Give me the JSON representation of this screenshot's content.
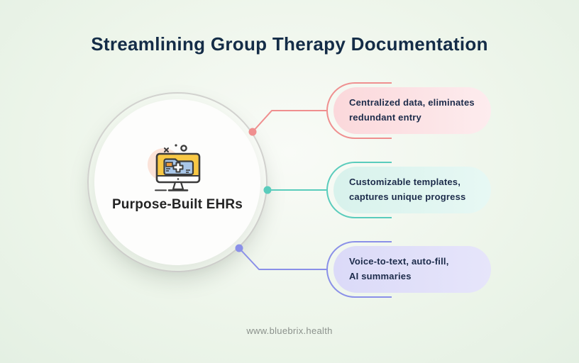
{
  "title": "Streamlining Group Therapy Documentation",
  "center": {
    "label": "Purpose-Built EHRs",
    "icon": "computer-monitor-with-medical-folder"
  },
  "callouts": [
    {
      "id": "centralized-data",
      "text": "Centralized data, eliminates\nredundant entry",
      "accent": "#ef8f8f",
      "fill_start": "#fbd8db",
      "fill_end": "#fdecee"
    },
    {
      "id": "customizable-templates",
      "text": "Customizable templates,\ncaptures unique progress",
      "accent": "#5accbc",
      "fill_start": "#d8f2ec",
      "fill_end": "#e7f8f4"
    },
    {
      "id": "voice-to-text",
      "text": "Voice-to-text, auto-fill,\nAI summaries",
      "accent": "#8a90e8",
      "fill_start": "#dbdaf8",
      "fill_end": "#e6e5fa"
    }
  ],
  "footer": {
    "url": "www.bluebrix.health"
  },
  "colors": {
    "background": "#e9f3e7",
    "title_text": "#142c47",
    "pill_text": "#1c2b4a",
    "center_label_text": "#242424",
    "circle_ring": "#d2d2cf",
    "circle_fill": "#fdfdfc",
    "footer_text": "#8b918c",
    "icon_screen_yellow": "#f8c845",
    "icon_folder_blue": "#a9c7e9",
    "icon_doc_orange": "#e8993d",
    "icon_outline": "#3c3c3c",
    "icon_peach_blob": "#fbe3d9"
  }
}
